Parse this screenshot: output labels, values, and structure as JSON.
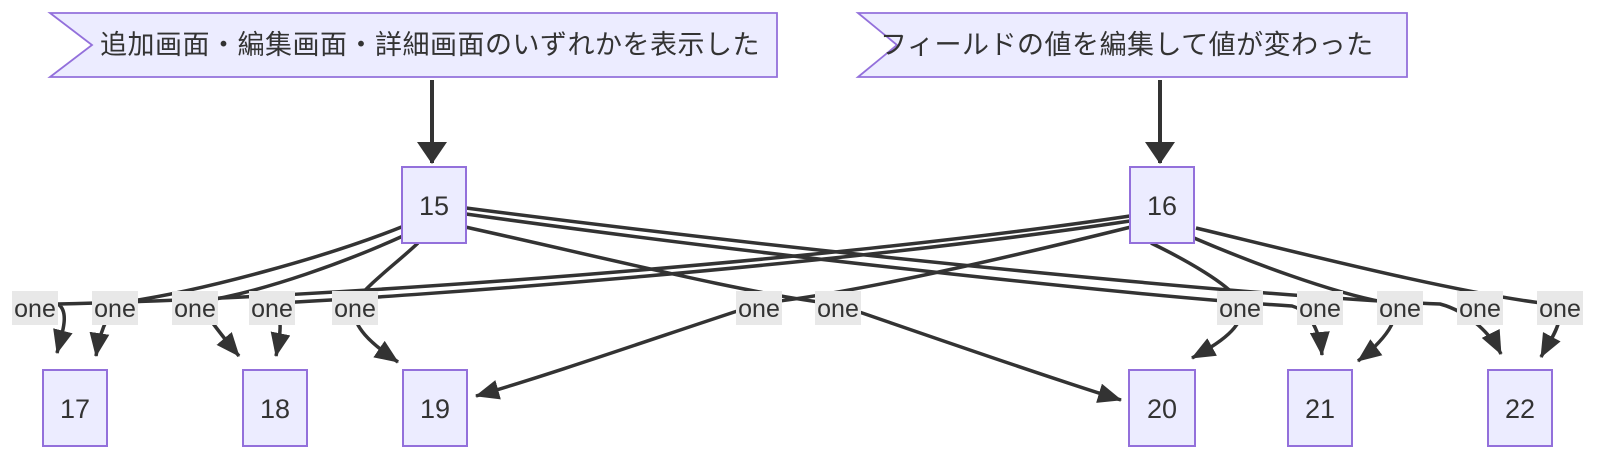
{
  "diagram": {
    "type": "flowchart",
    "colors": {
      "node_fill": "#ECECFF",
      "node_border": "#9370DB",
      "edge": "#333333",
      "edge_label_bg": "#E8E8E8",
      "text": "#333333",
      "background": "#FFFFFF"
    },
    "banners": [
      {
        "id": "banner-left",
        "text": "追加画面・編集画面・詳細画面のいずれかを表示した",
        "target": "15"
      },
      {
        "id": "banner-right",
        "text": "フィールドの値を編集して値が変わった",
        "target": "16"
      }
    ],
    "nodes": [
      {
        "id": "15",
        "label": "15"
      },
      {
        "id": "16",
        "label": "16"
      },
      {
        "id": "17",
        "label": "17"
      },
      {
        "id": "18",
        "label": "18"
      },
      {
        "id": "19",
        "label": "19"
      },
      {
        "id": "20",
        "label": "20"
      },
      {
        "id": "21",
        "label": "21"
      },
      {
        "id": "22",
        "label": "22"
      }
    ],
    "edges": [
      {
        "from": "15",
        "to": "17",
        "label": "one"
      },
      {
        "from": "16",
        "to": "17",
        "label": "one"
      },
      {
        "from": "15",
        "to": "18",
        "label": "one"
      },
      {
        "from": "16",
        "to": "18",
        "label": "one"
      },
      {
        "from": "15",
        "to": "19",
        "label": "one"
      },
      {
        "from": "16",
        "to": "19",
        "label": "one"
      },
      {
        "from": "15",
        "to": "20",
        "label": "one"
      },
      {
        "from": "16",
        "to": "20",
        "label": "one"
      },
      {
        "from": "15",
        "to": "21",
        "label": "one"
      },
      {
        "from": "16",
        "to": "21",
        "label": "one"
      },
      {
        "from": "15",
        "to": "22",
        "label": "one"
      },
      {
        "from": "16",
        "to": "22",
        "label": "one"
      }
    ]
  }
}
